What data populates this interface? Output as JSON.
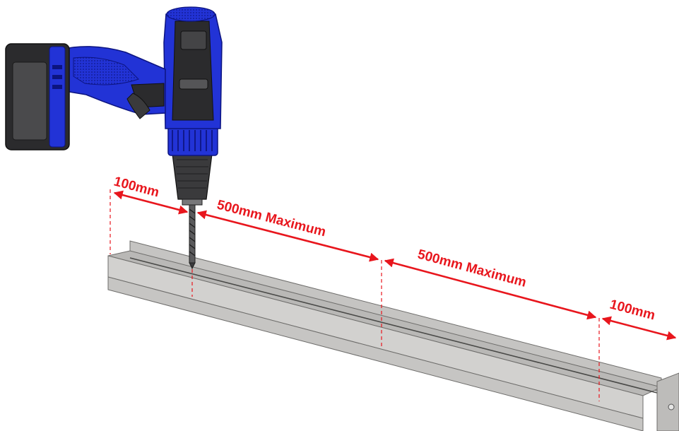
{
  "labels": {
    "left_edge": "100mm",
    "span_1": "500mm Maximum",
    "span_2": "500mm Maximum",
    "right_edge": "100mm"
  },
  "colors": {
    "dimension": "#e8161d",
    "channel_face": "#cdcccb",
    "channel_top": "#b9b8b6",
    "channel_edge": "#6e6d6b",
    "drill_blue": "#2233d6",
    "drill_dark": "#2b2b2d",
    "drill_grey": "#6a6a6c",
    "background": "#ffffff"
  },
  "icons": {
    "drill": "cordless-drill-icon",
    "channel": "aluminium-channel-icon"
  }
}
